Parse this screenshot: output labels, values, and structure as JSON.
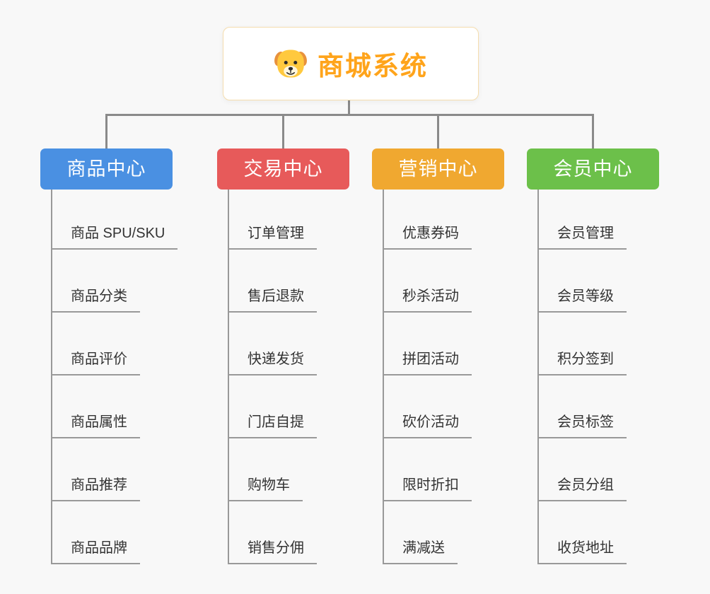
{
  "root": {
    "title": "商城系统",
    "icon": "dog-face-icon",
    "title_color": "#FFA41B"
  },
  "colors": {
    "connector": "#8A8A8A",
    "underline": "#999999",
    "background": "#F8F8F8"
  },
  "branches": [
    {
      "label": "商品中心",
      "color": "#4A90E2",
      "children": [
        "商品 SPU/SKU",
        "商品分类",
        "商品评价",
        "商品属性",
        "商品推荐",
        "商品品牌"
      ]
    },
    {
      "label": "交易中心",
      "color": "#E75A5A",
      "children": [
        "订单管理",
        "售后退款",
        "快递发货",
        "门店自提",
        "购物车",
        "销售分佣"
      ]
    },
    {
      "label": "营销中心",
      "color": "#F0A830",
      "children": [
        "优惠券码",
        "秒杀活动",
        "拼团活动",
        "砍价活动",
        "限时折扣",
        "满减送"
      ]
    },
    {
      "label": "会员中心",
      "color": "#6CC04A",
      "children": [
        "会员管理",
        "会员等级",
        "积分签到",
        "会员标签",
        "会员分组",
        "收货地址"
      ]
    }
  ]
}
